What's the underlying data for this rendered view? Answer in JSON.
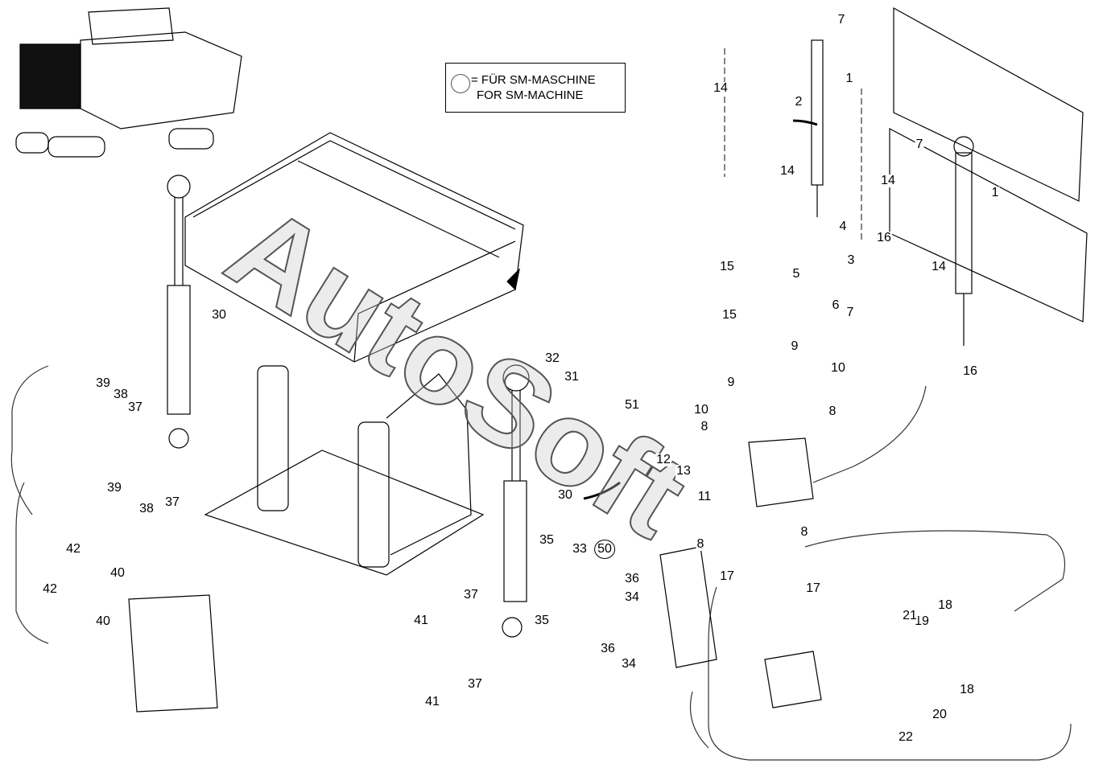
{
  "legend": {
    "line1": "= FÜR SM-MASCHINE",
    "line2": "FOR SM-MACHINE",
    "icon": "circle-marker"
  },
  "watermark": "AutoSoft",
  "callouts": [
    "7",
    "1",
    "14",
    "2",
    "7",
    "14",
    "14",
    "1",
    "4",
    "16",
    "3",
    "15",
    "5",
    "14",
    "6",
    "7",
    "15",
    "30",
    "9",
    "10",
    "32",
    "16",
    "39",
    "31",
    "9",
    "38",
    "37",
    "51",
    "10",
    "8",
    "8",
    "12",
    "13",
    "39",
    "30",
    "38",
    "37",
    "11",
    "8",
    "8",
    "35",
    "33",
    "50",
    "42",
    "40",
    "36",
    "17",
    "17",
    "42",
    "37",
    "34",
    "18",
    "19",
    "21",
    "35",
    "40",
    "41",
    "36",
    "34",
    "37",
    "18",
    "41",
    "20",
    "22"
  ],
  "circled_callouts": [
    "50"
  ]
}
